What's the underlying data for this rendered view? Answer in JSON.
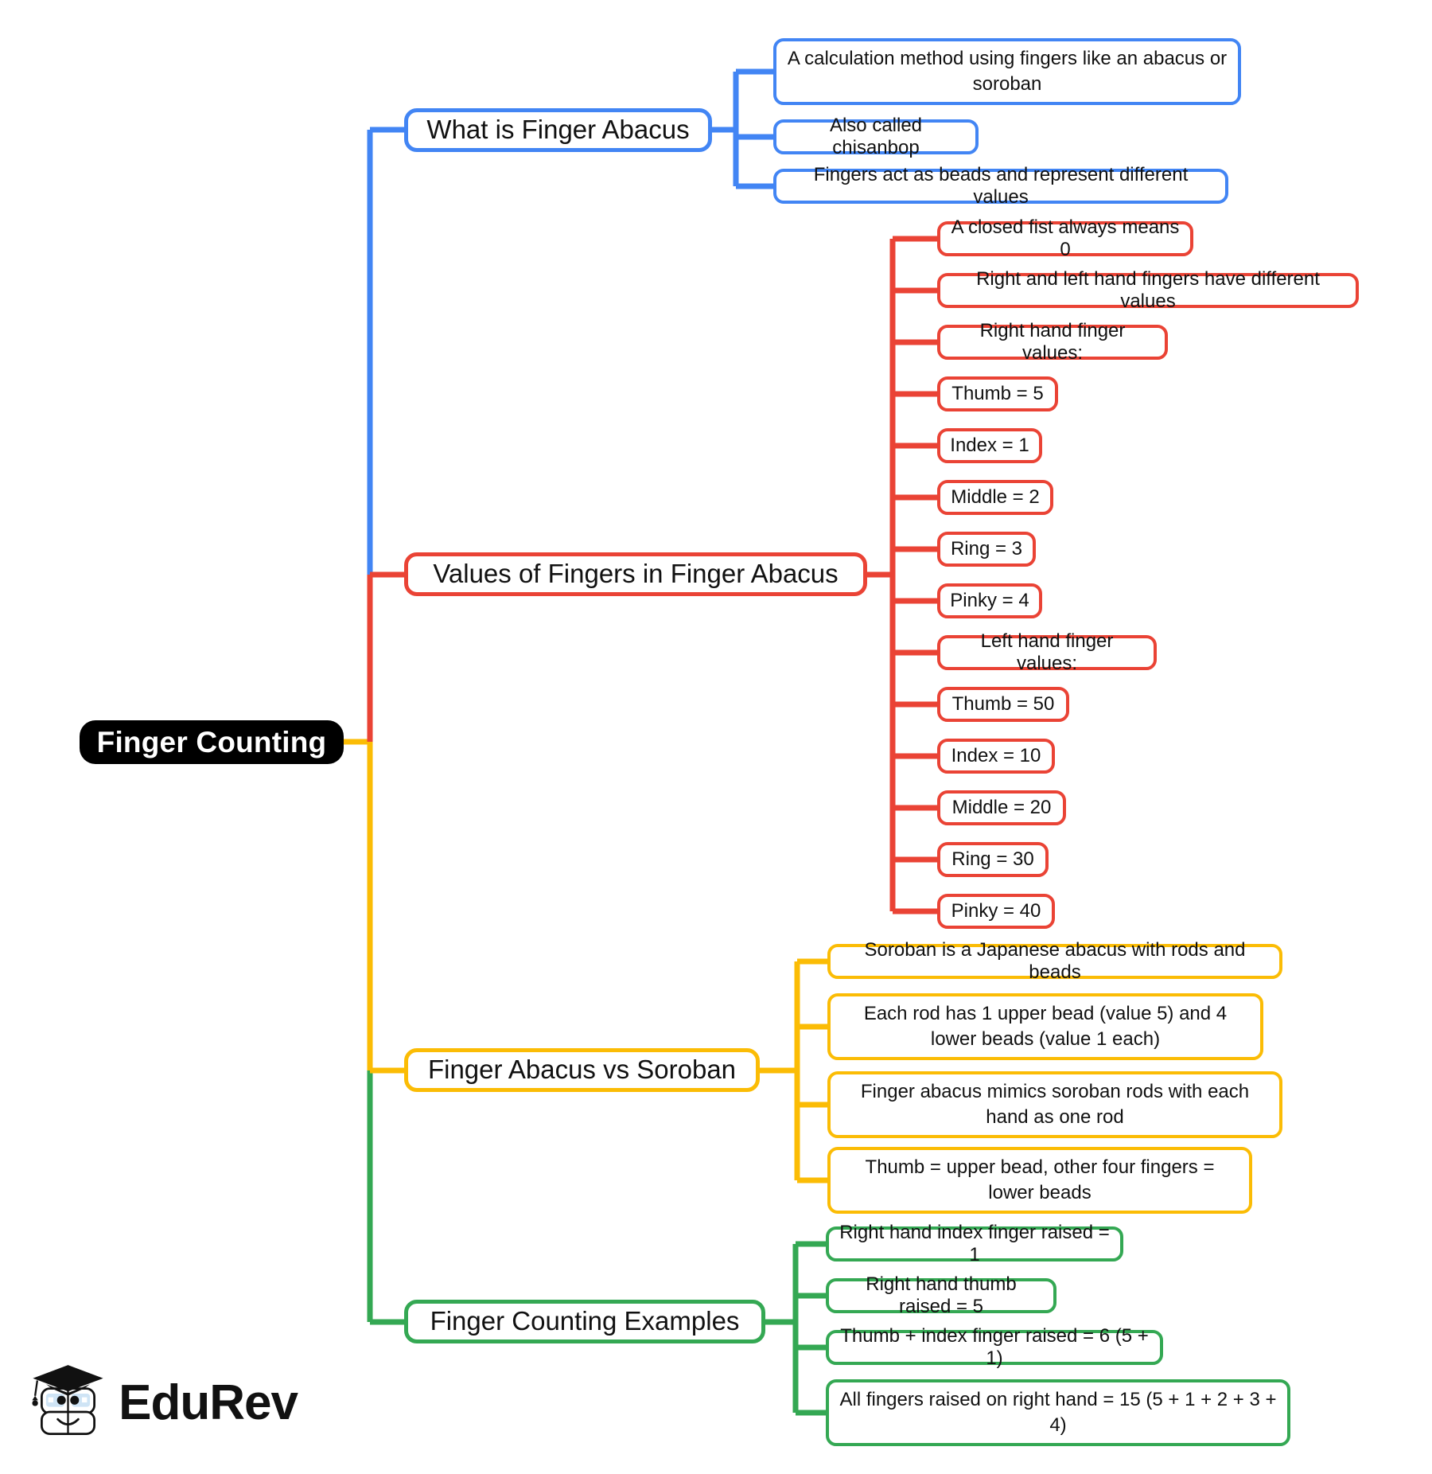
{
  "diagram": {
    "type": "mind-map",
    "title": "Finger Counting",
    "root": {
      "label": "Finger Counting",
      "color": "#000000"
    },
    "branches": [
      {
        "label": "What is Finger Abacus",
        "color": "#4285f4",
        "color_name": "blue",
        "children": [
          "A calculation method using fingers like an abacus or soroban",
          "Also called chisanbop",
          "Fingers act as beads and represent different values"
        ]
      },
      {
        "label": "Values of Fingers in Finger Abacus",
        "color": "#ea4335",
        "color_name": "red",
        "children": [
          "A closed fist always means 0",
          "Right and left hand fingers have different values",
          "Right hand finger values:",
          "Thumb = 5",
          "Index = 1",
          "Middle = 2",
          "Ring = 3",
          "Pinky = 4",
          "Left hand finger values:",
          "Thumb = 50",
          "Index = 10",
          "Middle = 20",
          "Ring = 30",
          "Pinky = 40"
        ]
      },
      {
        "label": "Finger Abacus vs Soroban",
        "color": "#fbbc05",
        "color_name": "yellow",
        "children": [
          "Soroban is a Japanese abacus with rods and beads",
          "Each rod has 1 upper bead (value 5) and 4 lower beads (value 1 each)",
          "Finger abacus mimics soroban rods with each hand as one rod",
          "Thumb = upper bead, other four fingers = lower beads"
        ]
      },
      {
        "label": "Finger Counting Examples",
        "color": "#34a853",
        "color_name": "green",
        "children": [
          "Right hand index finger raised = 1",
          "Right hand thumb raised = 5",
          "Thumb + index finger raised = 6 (5 + 1)",
          "All fingers raised on right hand = 15 (5 + 1 + 2 + 3 + 4)"
        ]
      }
    ]
  },
  "logo": {
    "wordmark": "EduRev",
    "icon": "graduation-cap-book-mascot-icon"
  }
}
